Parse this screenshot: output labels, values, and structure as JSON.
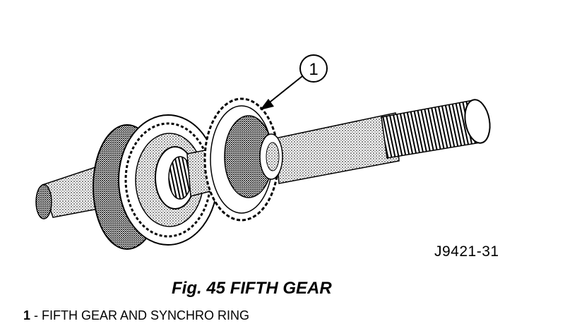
{
  "figure": {
    "callout_number": "1",
    "figure_code": "J9421-31",
    "caption": "Fig. 45 FIFTH GEAR"
  },
  "legend": [
    {
      "number": "1",
      "text": " - FIFTH GEAR AND SYNCHRO RING"
    }
  ],
  "colors": {
    "ink": "#000000",
    "paper": "#ffffff"
  }
}
